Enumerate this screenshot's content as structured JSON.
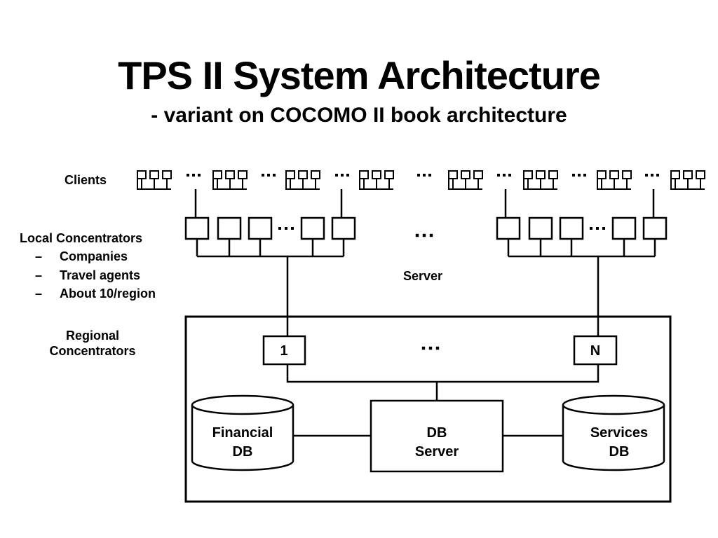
{
  "title": "TPS II System Architecture",
  "subtitle": "- variant on COCOMO II book architecture",
  "labels": {
    "clients": "Clients",
    "local_concentrators": "Local Concentrators",
    "server": "Server",
    "regional_line1": "Regional",
    "regional_line2": "Concentrators"
  },
  "local_concentrator_bullets": [
    {
      "dash": "–",
      "text": "Companies"
    },
    {
      "dash": "–",
      "text": "Travel agents"
    },
    {
      "dash": "–",
      "text": "About 10/region"
    }
  ],
  "regional": {
    "first": "1",
    "last": "N",
    "ellipsis": "···"
  },
  "db_server": {
    "line1": "DB",
    "line2": "Server"
  },
  "financial_db": {
    "line1": "Financial",
    "line2": "DB"
  },
  "services_db": {
    "line1": "Services",
    "line2": "DB"
  },
  "ellipsis": "···"
}
